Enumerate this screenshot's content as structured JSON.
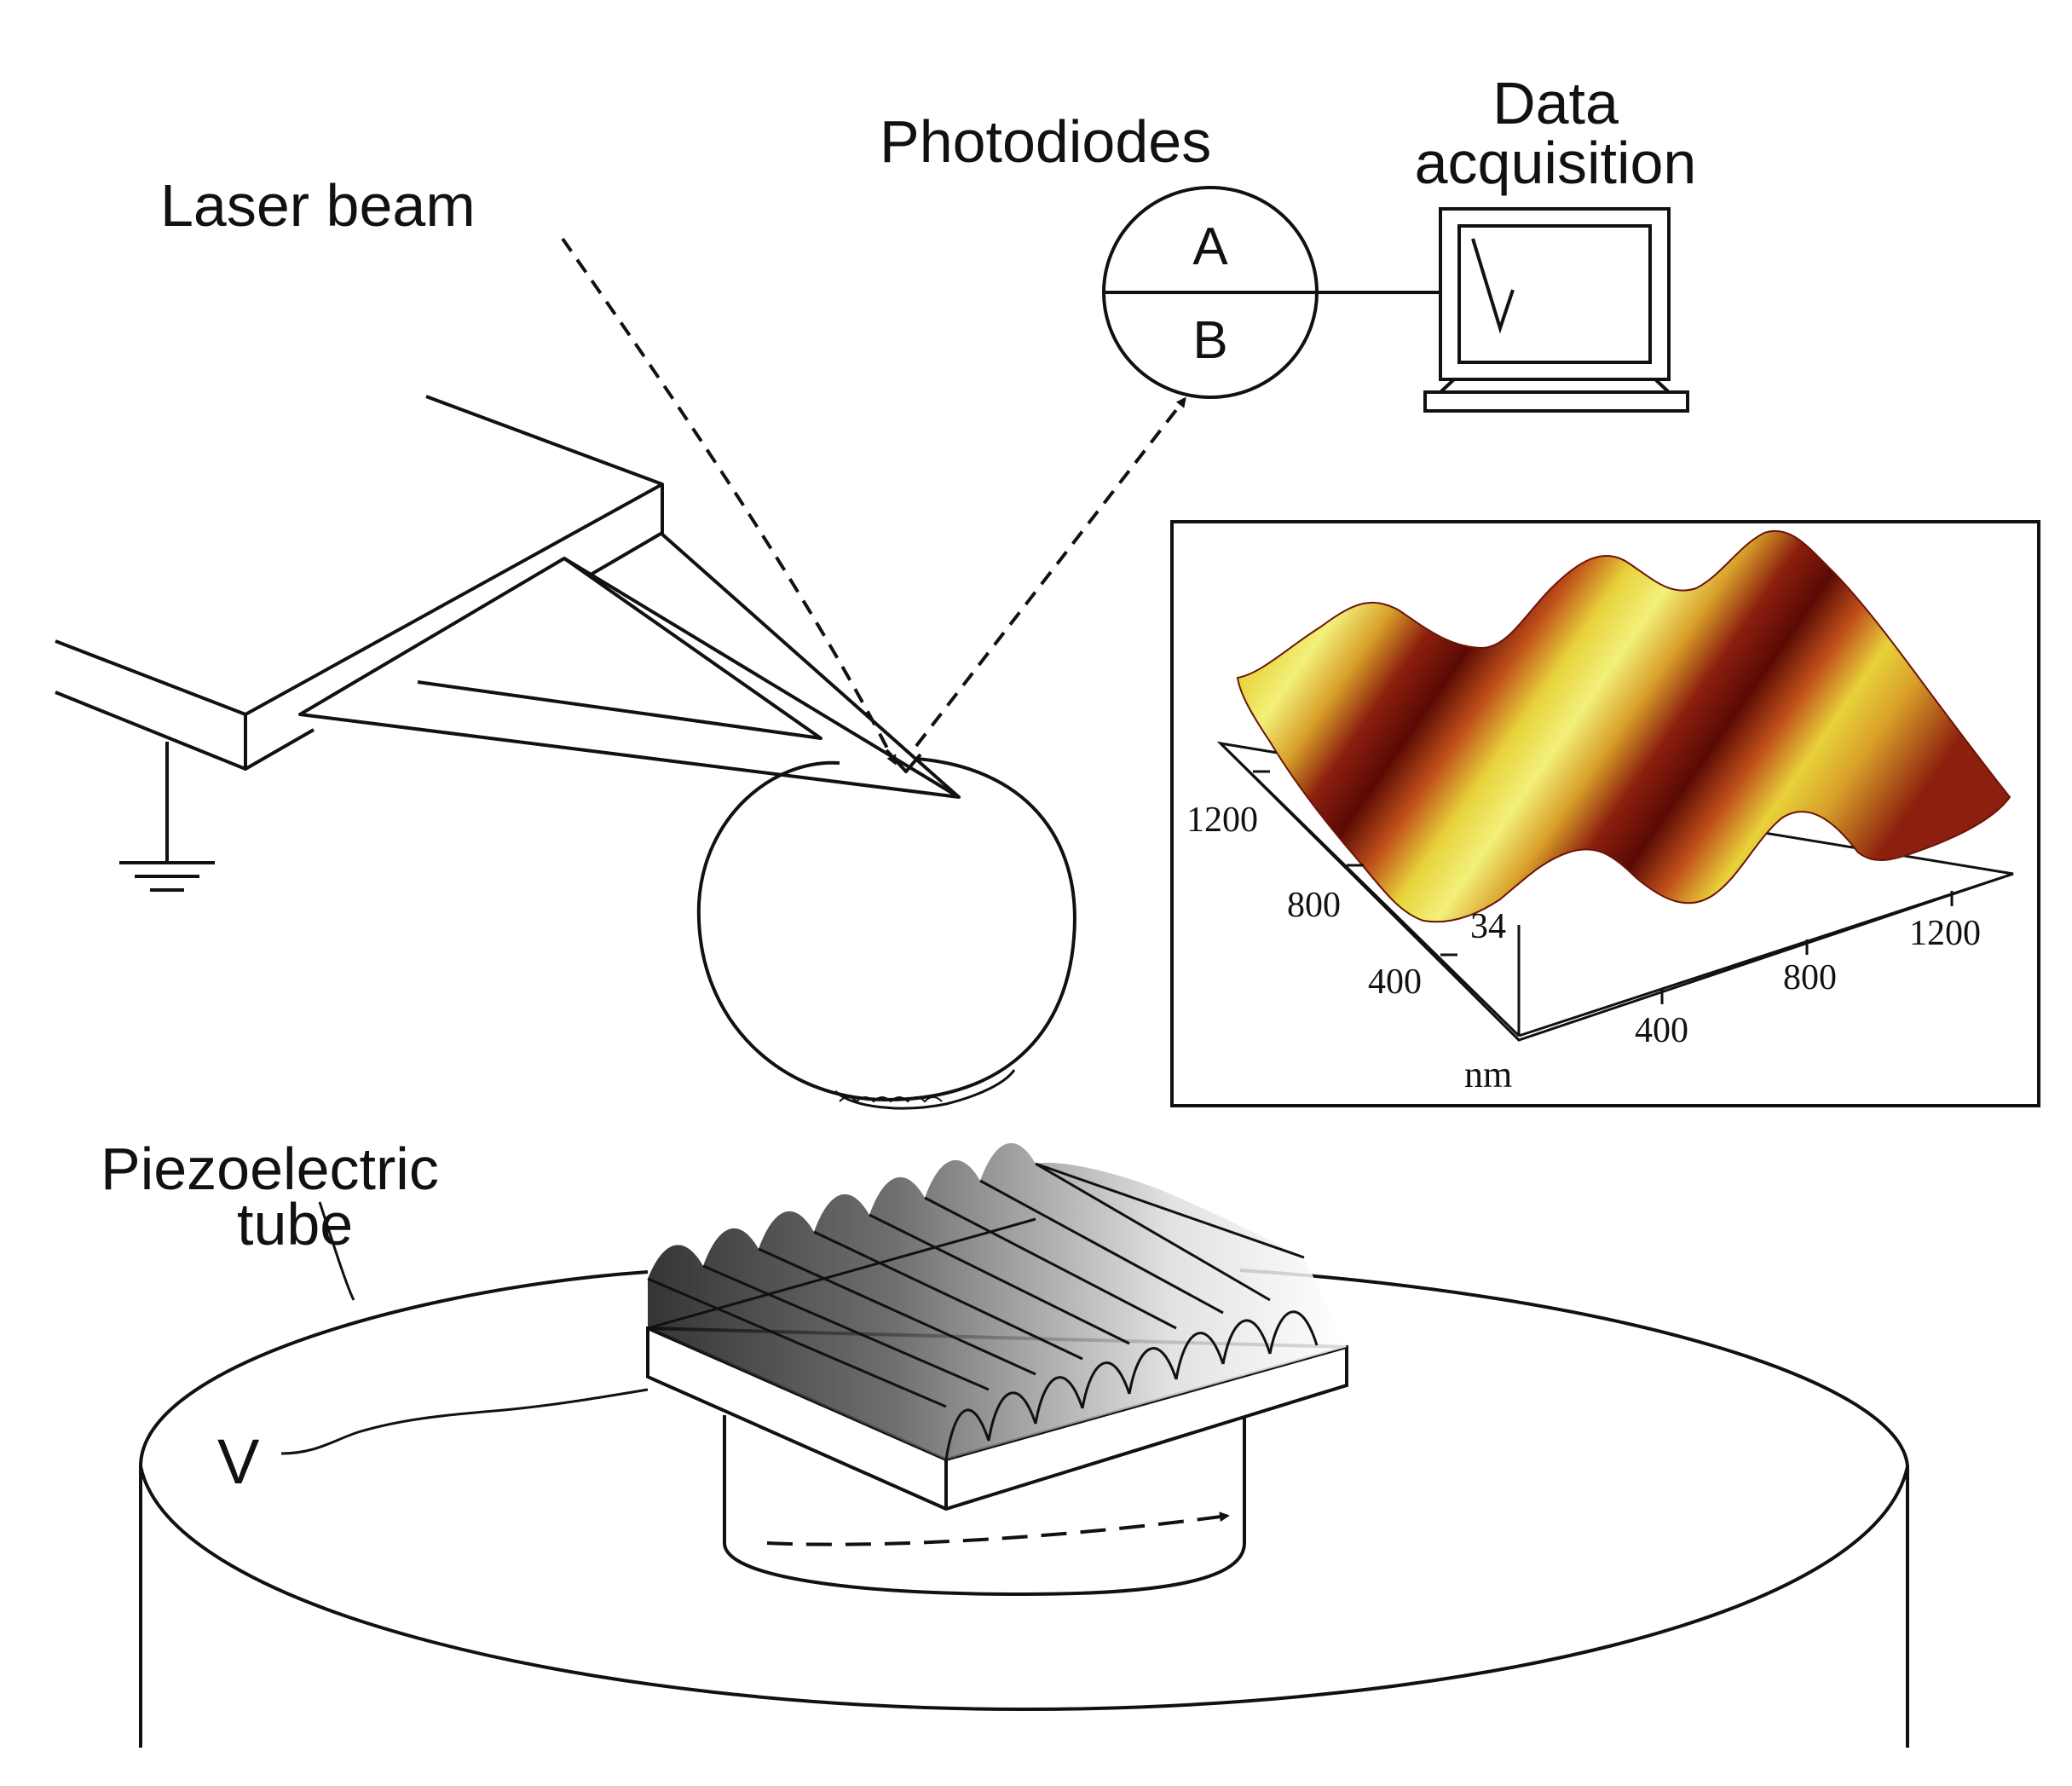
{
  "labels": {
    "laser_beam": "Laser beam",
    "photodiodes": "Photodiodes",
    "data_acquisition_line1": "Data",
    "data_acquisition_line2": "acquisition",
    "photodiode_a": "A",
    "photodiode_b": "B",
    "piezo_line1": "Piezoelectric",
    "piezo_line2": "tube",
    "voltage": "V"
  },
  "inset": {
    "unit": "nm",
    "z_tick": "34",
    "x_ticks": [
      "400",
      "800",
      "1200"
    ],
    "y_ticks": [
      "400",
      "800",
      "1200"
    ],
    "colormap": [
      "#5a0a04",
      "#8c1f0e",
      "#c0501a",
      "#d9a12a",
      "#e8d23a",
      "#f2f07a"
    ]
  },
  "colors": {
    "line": "#111111",
    "background": "#ffffff"
  }
}
